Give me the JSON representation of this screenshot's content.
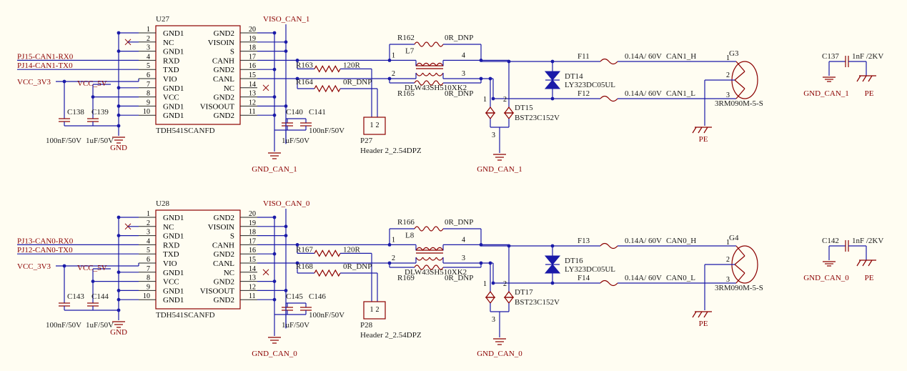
{
  "circuits": [
    {
      "chip": {
        "ref": "U27",
        "part": "TDH541SCANFD",
        "left_pins": [
          {
            "num": "1",
            "name": "GND1"
          },
          {
            "num": "2",
            "name": "NC"
          },
          {
            "num": "3",
            "name": "GND1"
          },
          {
            "num": "4",
            "name": "RXD"
          },
          {
            "num": "5",
            "name": "TXD"
          },
          {
            "num": "6",
            "name": "VIO"
          },
          {
            "num": "7",
            "name": "GND1"
          },
          {
            "num": "8",
            "name": "VCC"
          },
          {
            "num": "9",
            "name": "GND1"
          },
          {
            "num": "10",
            "name": "GND1"
          }
        ],
        "right_pins": [
          {
            "num": "20",
            "name": "GND2"
          },
          {
            "num": "19",
            "name": "VISOIN"
          },
          {
            "num": "18",
            "name": "S"
          },
          {
            "num": "17",
            "name": "CANH"
          },
          {
            "num": "16",
            "name": "GND2"
          },
          {
            "num": "15",
            "name": "CANL"
          },
          {
            "num": "14",
            "name": "NC"
          },
          {
            "num": "13",
            "name": "GND2"
          },
          {
            "num": "12",
            "name": "VISOOUT"
          },
          {
            "num": "11",
            "name": "GND2"
          }
        ]
      },
      "nets": {
        "rx": "PJ15-CAN1-RX0",
        "tx": "PJ14-CAN1-TX0",
        "vcc3v3": "VCC_3V3",
        "vcc5v": "VCC_5V",
        "gnd": "GND",
        "viso": "VISO_CAN_1",
        "gnd_iso": "GND_CAN_1",
        "pe": "PE"
      },
      "caps_left": [
        {
          "ref": "C138",
          "value": "100nF/50V"
        },
        {
          "ref": "C139",
          "value": "1uF/50V"
        }
      ],
      "caps_right": [
        {
          "ref": "C140",
          "value": "1uF/50V"
        },
        {
          "ref": "C141",
          "value": "100nF/50V"
        }
      ],
      "r_term": {
        "ref": "R163",
        "value": "120R"
      },
      "r_dnp": {
        "ref": "R164",
        "value": "0R_DNP"
      },
      "r_top": {
        "ref": "R162",
        "value": "0R_DNP"
      },
      "r_bot": {
        "ref": "R165",
        "value": "0R_DNP"
      },
      "choke": {
        "ref": "L7",
        "part": "DLW43SH510XK2",
        "pins": [
          "1",
          "2",
          "4",
          "3"
        ]
      },
      "header": {
        "ref": "P27",
        "part": "Header 2_2.54DPZ",
        "pins": [
          "1",
          "2"
        ]
      },
      "tvs_bi": {
        "ref": "DT14",
        "part": "LY323DC05UL"
      },
      "tvs_pair": {
        "ref": "DT15",
        "part": "BST23C152V",
        "pins": [
          "1",
          "2",
          "3"
        ]
      },
      "fuses": [
        {
          "ref": "F11",
          "value": "0.14A/ 60V",
          "net": "CAN1_H"
        },
        {
          "ref": "F12",
          "value": "0.14A/ 60V",
          "net": "CAN1_L"
        }
      ],
      "connector": {
        "ref": "G3",
        "part": "3RM090M-5-S",
        "pins": [
          "1",
          "2",
          "3"
        ]
      },
      "cap_pe": {
        "ref": "C137",
        "value": "1nF /2KV",
        "gnd": "GND_CAN_1"
      }
    },
    {
      "chip": {
        "ref": "U28",
        "part": "TDH541SCANFD",
        "left_pins": [
          {
            "num": "1",
            "name": "GND1"
          },
          {
            "num": "2",
            "name": "NC"
          },
          {
            "num": "3",
            "name": "GND1"
          },
          {
            "num": "4",
            "name": "RXD"
          },
          {
            "num": "5",
            "name": "TXD"
          },
          {
            "num": "6",
            "name": "VIO"
          },
          {
            "num": "7",
            "name": "GND1"
          },
          {
            "num": "8",
            "name": "VCC"
          },
          {
            "num": "9",
            "name": "GND1"
          },
          {
            "num": "10",
            "name": "GND1"
          }
        ],
        "right_pins": [
          {
            "num": "20",
            "name": "GND2"
          },
          {
            "num": "19",
            "name": "VISOIN"
          },
          {
            "num": "18",
            "name": "S"
          },
          {
            "num": "17",
            "name": "CANH"
          },
          {
            "num": "16",
            "name": "GND2"
          },
          {
            "num": "15",
            "name": "CANL"
          },
          {
            "num": "14",
            "name": "NC"
          },
          {
            "num": "13",
            "name": "GND2"
          },
          {
            "num": "12",
            "name": "VISOOUT"
          },
          {
            "num": "11",
            "name": "GND2"
          }
        ]
      },
      "nets": {
        "rx": "PJ13-CAN0-RX0",
        "tx": "PJ12-CAN0-TX0",
        "vcc3v3": "VCC_3V3",
        "vcc5v": "VCC_5V",
        "gnd": "GND",
        "viso": "VISO_CAN_0",
        "gnd_iso": "GND_CAN_0",
        "pe": "PE"
      },
      "caps_left": [
        {
          "ref": "C143",
          "value": "100nF/50V"
        },
        {
          "ref": "C144",
          "value": "1uF/50V"
        }
      ],
      "caps_right": [
        {
          "ref": "C145",
          "value": "1uF/50V"
        },
        {
          "ref": "C146",
          "value": "100nF/50V"
        }
      ],
      "r_term": {
        "ref": "R167",
        "value": "120R"
      },
      "r_dnp": {
        "ref": "R168",
        "value": "0R_DNP"
      },
      "r_top": {
        "ref": "R166",
        "value": "0R_DNP"
      },
      "r_bot": {
        "ref": "R169",
        "value": "0R_DNP"
      },
      "choke": {
        "ref": "L8",
        "part": "DLW43SH510XK2",
        "pins": [
          "1",
          "2",
          "4",
          "3"
        ]
      },
      "header": {
        "ref": "P28",
        "part": "Header 2_2.54DPZ",
        "pins": [
          "1",
          "2"
        ]
      },
      "tvs_bi": {
        "ref": "DT16",
        "part": "LY323DC05UL"
      },
      "tvs_pair": {
        "ref": "DT17",
        "part": "BST23C152V",
        "pins": [
          "1",
          "2",
          "3"
        ]
      },
      "fuses": [
        {
          "ref": "F13",
          "value": "0.14A/ 60V",
          "net": "CAN0_H"
        },
        {
          "ref": "F14",
          "value": "0.14A/ 60V",
          "net": "CAN0_L"
        }
      ],
      "connector": {
        "ref": "G4",
        "part": "3RM090M-5-S",
        "pins": [
          "1",
          "2",
          "3"
        ]
      },
      "cap_pe": {
        "ref": "C142",
        "value": "1nF /2KV",
        "gnd": "GND_CAN_0"
      }
    }
  ]
}
